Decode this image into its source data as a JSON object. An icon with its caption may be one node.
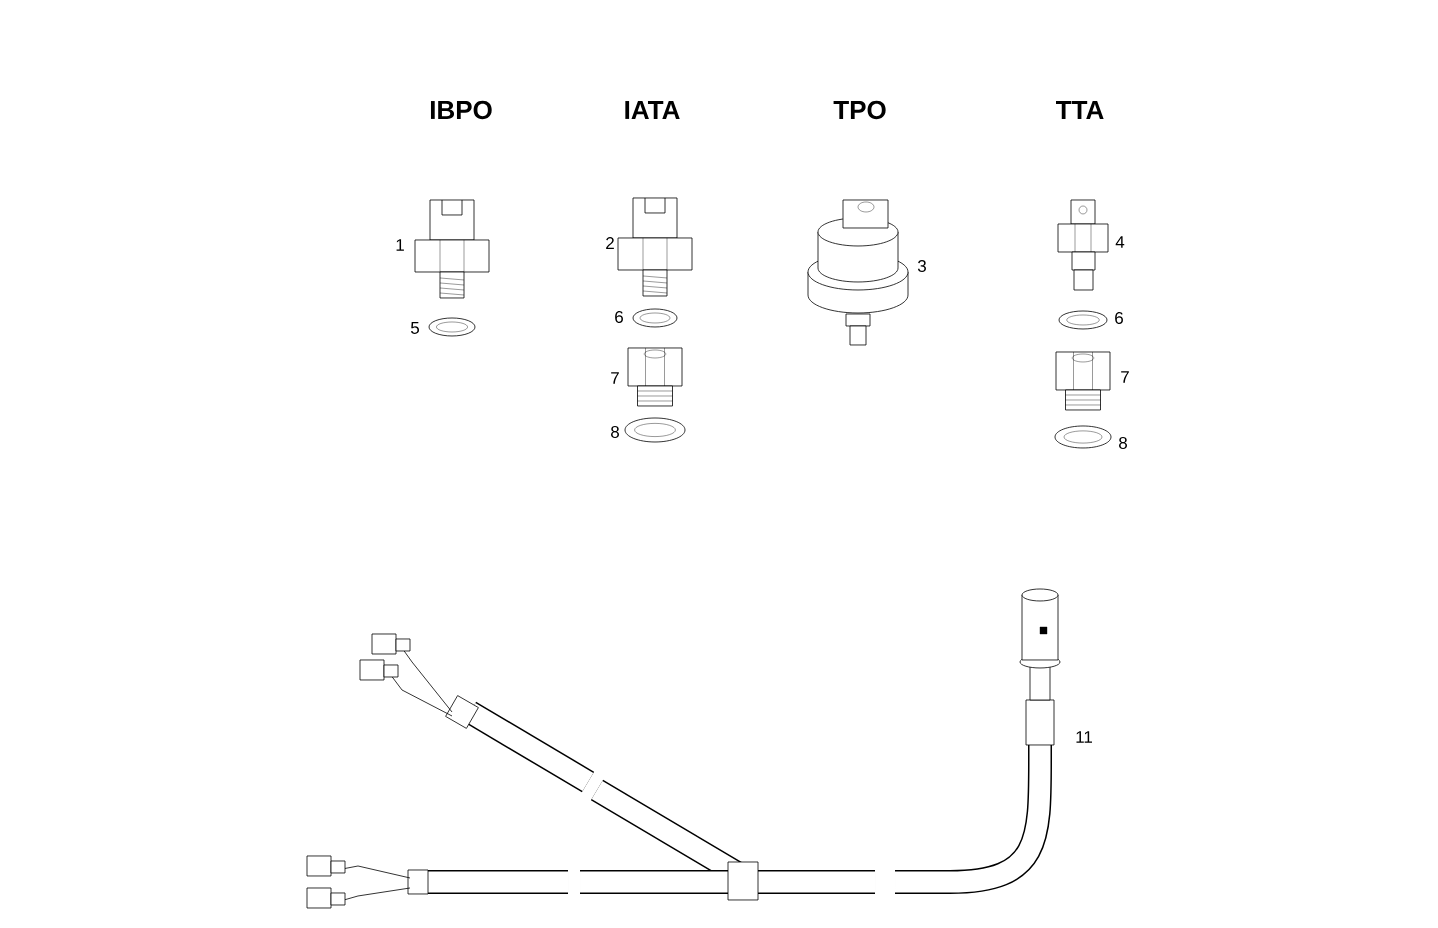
{
  "diagram": {
    "labels": [
      "IBPO",
      "IATA",
      "TPO",
      "TTA",
      "1",
      "2",
      "3",
      "4",
      "5",
      "6",
      "6",
      "7",
      "7",
      "8",
      "8",
      "11"
    ]
  }
}
